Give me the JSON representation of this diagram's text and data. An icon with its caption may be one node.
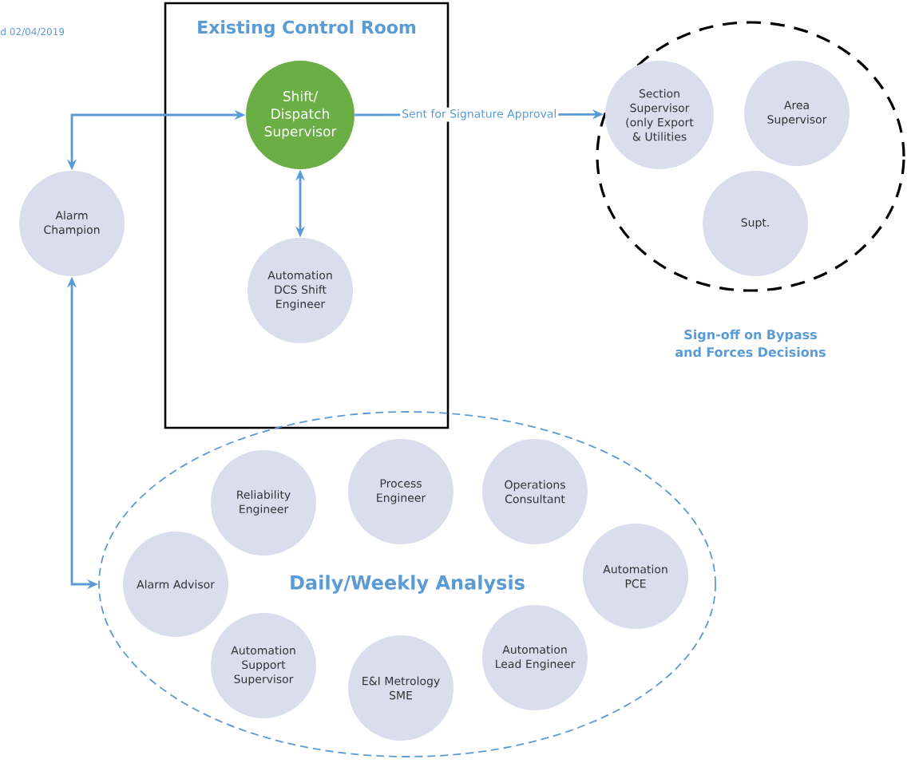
{
  "diagram": {
    "nodes": [
      {
        "text": [
          "Existing Control Room"
        ]
      },
      {
        "text": [
          "Shift/ Dispatch Supervisor"
        ],
        "in": 0
      },
      {
        "text": [
          "Automation DCS Shift Engineer"
        ],
        "in": 0
      },
      {
        "text": [
          "Alarm Champion"
        ]
      },
      {
        "text": [
          "Sign-off on Bypass and Forces Decisions"
        ]
      },
      {
        "text": [
          "Section Supervisor (only Export & Utilities"
        ],
        "in": 4
      },
      {
        "text": [
          "Area Supervisor"
        ],
        "in": 4
      },
      {
        "text": [
          "Supt."
        ],
        "in": 4
      },
      {
        "text": [
          "Daily/Weekly Analysis"
        ]
      },
      {
        "text": [
          "Reliability Engineer"
        ],
        "in": 8
      },
      {
        "text": [
          "Process Engineer"
        ],
        "in": 8
      },
      {
        "text": [
          "Operations Consultant"
        ],
        "in": 8
      },
      {
        "text": [
          "Alarm Advisor"
        ],
        "in": 8
      },
      {
        "text": [
          "Automation PCE"
        ],
        "in": 8
      },
      {
        "text": [
          "Automation Support Supervisor"
        ],
        "in": 8
      },
      {
        "text": [
          "E&I Metrology SME"
        ],
        "in": 8
      },
      {
        "text": [
          "Automation Lead Engineer"
        ],
        "in": 8
      }
    ],
    "edges": [
      {
        "from": 3,
        "to": 1,
        "arrow": "both"
      },
      {
        "from": 1,
        "to": 2,
        "arrow": "both"
      },
      {
        "from": 1,
        "to": 4,
        "arrow": "to",
        "label": "Sent for Signature Approval"
      },
      {
        "from": 3,
        "to": 8,
        "arrow": "both"
      }
    ],
    "labels": [
      "d 02/04/2019"
    ]
  }
}
